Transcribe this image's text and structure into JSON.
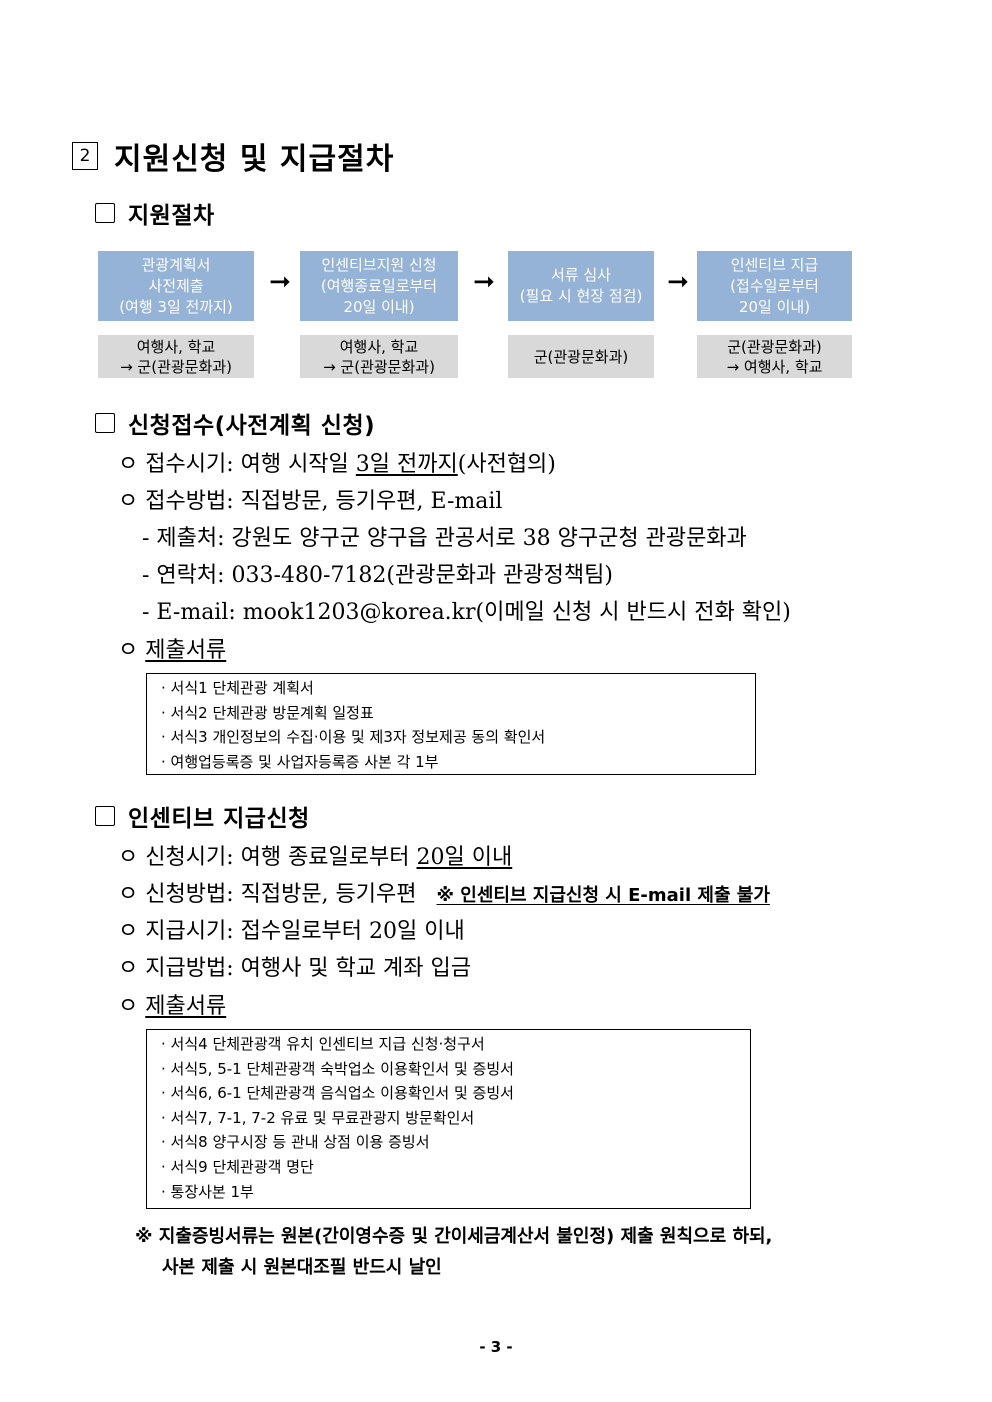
{
  "section": {
    "number": "2",
    "title": "지원신청 및 지급절차"
  },
  "procedure": {
    "heading": "지원절차",
    "steps": [
      {
        "lines": [
          "관광계획서",
          "사전제출",
          "(여행 3일 전까지)"
        ],
        "actor": [
          "여행사, 학교",
          "→ 군(관광문화과)"
        ]
      },
      {
        "lines": [
          "인센티브지원 신청",
          "(여행종료일로부터",
          "20일 이내)"
        ],
        "actor": [
          "여행사, 학교",
          "→ 군(관광문화과)"
        ]
      },
      {
        "lines": [
          "서류 심사",
          "(필요 시 현장 점검)"
        ],
        "actor": [
          "군(관광문화과)"
        ]
      },
      {
        "lines": [
          "인센티브 지급",
          "(접수일로부터",
          "20일 이내)"
        ],
        "actor": [
          "군(관광문화과)",
          "→ 여행사, 학교"
        ]
      }
    ],
    "arrow": "➞"
  },
  "reception": {
    "heading": "신청접수(사전계획 신청)",
    "time_label": "ㅇ 접수시기: 여행 시작일 ",
    "time_under": "3일 전까지",
    "time_tail": "(사전협의)",
    "method": "ㅇ 접수방법: 직접방문, 등기우편, E-mail",
    "dest": "- 제출처: 강원도 양구군 양구읍 관공서로 38 양구군청 관광문화과",
    "contact": "- 연락처: 033-480-7182(관광문화과 관광정책팀)",
    "email": "- E-mail: mook1203@korea.kr(이메일 신청 시 반드시 전화 확인)",
    "docs_label": "제출서류",
    "docs": [
      "· 서식1 단체관광 계획서",
      "· 서식2 단체관광 방문계획 일정표",
      "· 서식3 개인정보의 수집·이용 및 제3자 정보제공 동의 확인서",
      "· 여행업등록증 및 사업자등록증 사본 각 1부"
    ]
  },
  "incentive": {
    "heading": "인센티브 지급신청",
    "time_label": "ㅇ 신청시기: 여행 종료일로부터 ",
    "time_under": "20일 이내",
    "method": "ㅇ 신청방법: 직접방문, 등기우편",
    "method_note": "※ 인센티브 지급신청 시 E-mail 제출 불가",
    "pay_time": "ㅇ 지급시기: 접수일로부터 20일 이내",
    "pay_method": "ㅇ 지급방법: 여행사 및 학교 계좌 입금",
    "docs_label": "제출서류",
    "docs": [
      "· 서식4 단체관광객 유치 인센티브 지급 신청·청구서",
      "· 서식5, 5-1 단체관광객 숙박업소 이용확인서 및 증빙서",
      "· 서식6, 6-1 단체관광객 음식업소 이용확인서 및 증빙서",
      "· 서식7, 7-1, 7-2 유료 및 무료관광지 방문확인서",
      "· 서식8 양구시장 등 관내 상점 이용 증빙서",
      "· 서식9 단체관광객 명단",
      "· 통장사본 1부"
    ]
  },
  "footnote": {
    "line1": "※ 지출증빙서류는 원본(간이영수증 및 간이세금계산서 불인정) 제출 원칙으로 하되,",
    "line2": "사본 제출 시 원본대조필 반드시 날인"
  },
  "page_number": "- 3 -"
}
